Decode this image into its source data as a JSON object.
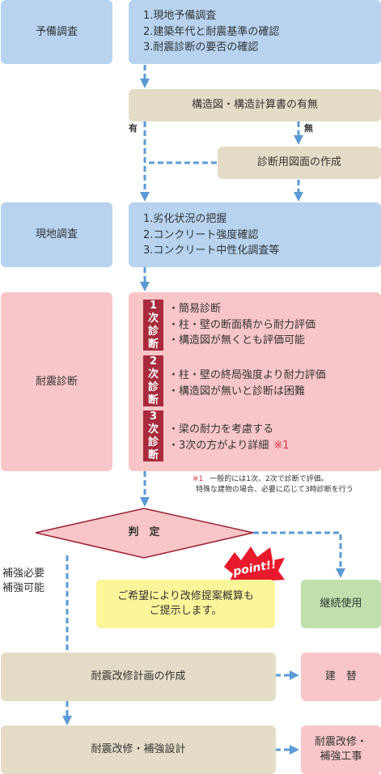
{
  "steps": {
    "preliminary": {
      "label": "予備調査",
      "items": [
        "1.現地予備調査",
        "2.建築年代と耐震基準の確認",
        "3.耐震診断の要否の確認"
      ]
    },
    "drawings_check": {
      "label": "構造図・構造計算書の有無"
    },
    "branch": {
      "yes": "有",
      "no": "無"
    },
    "create_drawings": {
      "label": "診断用図面の作成"
    },
    "site_survey": {
      "label": "現地調査",
      "items": [
        "1.劣化状況の把握",
        "2.コンクリート強度確認",
        "3.コンクリート中性化調査等"
      ]
    },
    "seismic_diagnosis": {
      "label": "耐震診断",
      "tiers": [
        {
          "badge": [
            "1",
            "次",
            "診",
            "断"
          ],
          "items": [
            "・簡易診断",
            "・柱・壁の断面積から耐力評価",
            "・構造図が無くとも評価可能"
          ]
        },
        {
          "badge": [
            "2",
            "次",
            "診",
            "断"
          ],
          "items": [
            "・柱・壁の終局強度より耐力評価",
            "・構造図が無いと診断は困難"
          ]
        },
        {
          "badge": [
            "3",
            "次",
            "診",
            "断"
          ],
          "items": [
            "・梁の耐力を考慮する",
            "・3次の方がより詳細"
          ],
          "mark": "※1"
        }
      ],
      "note_mark": "※1",
      "note_lines": [
        "一般的には1次、2次で診断で評価。",
        "特殊な建物の場合、必要に応じて3時診断を行う"
      ]
    },
    "judgement": {
      "label": "判　定"
    },
    "reinforce_branch": {
      "lines": [
        "補強必要",
        "補強可能"
      ]
    },
    "proposal": {
      "lines": [
        "ご希望により改修提案概算も",
        "ご提示します。"
      ],
      "badge": "point!!"
    },
    "continue_use": {
      "label": "継続使用"
    },
    "retrofit_plan": {
      "label": "耐震改修計画の作成"
    },
    "rebuild": {
      "label": "建　替"
    },
    "retrofit_design": {
      "label": "耐震改修・補強設計"
    },
    "retrofit_work": {
      "lines": [
        "耐震改修・",
        "補強工事"
      ]
    }
  },
  "colors": {
    "blue": "#b7d3ef",
    "beige": "#e5dcc8",
    "pink": "#f8c6c8",
    "green": "#bfe0ad",
    "yellow": "#fdf59a",
    "badge_red": "#a82a3b",
    "arrow": "#5b9bd5",
    "point": "#e8192c"
  }
}
